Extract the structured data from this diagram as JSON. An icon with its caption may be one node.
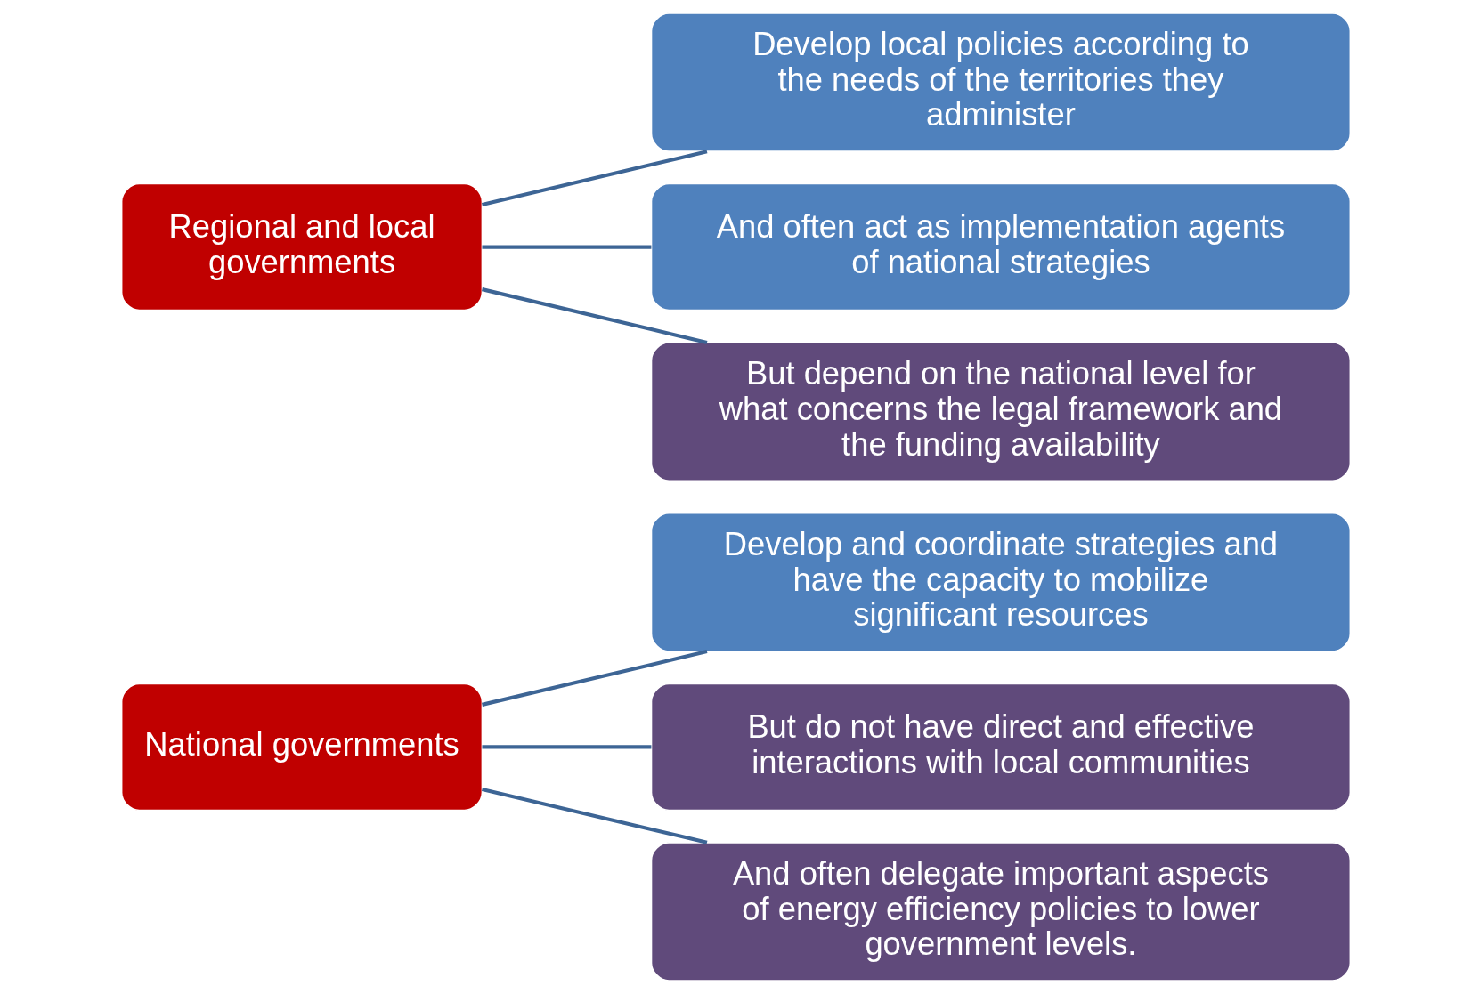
{
  "diagram": {
    "nodes": [
      {
        "text": [
          "National governments"
        ]
      },
      {
        "text": [
          "Develop and coordinate strategies and have the capacity to mobilize significant resources"
        ]
      },
      {
        "text": [
          "But do not have direct and effective interactions with local communities"
        ]
      },
      {
        "text": [
          "And often delegate important aspects of energy efficiency policies to lower government levels."
        ]
      },
      {
        "text": [
          "Regional and local governments"
        ]
      },
      {
        "text": [
          "Develop local policies according to the needs of the territories they administer"
        ]
      },
      {
        "text": [
          "And often act as implementation agents of national strategies"
        ]
      },
      {
        "text": [
          "But depend on the national level for what concerns the legal framework and the funding availability"
        ]
      }
    ],
    "edges": [
      {
        "from": 0,
        "to": 1,
        "arrow": "none"
      },
      {
        "from": 0,
        "to": 2,
        "arrow": "none"
      },
      {
        "from": 0,
        "to": 3,
        "arrow": "none"
      },
      {
        "from": 4,
        "to": 5,
        "arrow": "none"
      },
      {
        "from": 4,
        "to": 6,
        "arrow": "none"
      },
      {
        "from": 4,
        "to": 7,
        "arrow": "none"
      }
    ]
  }
}
